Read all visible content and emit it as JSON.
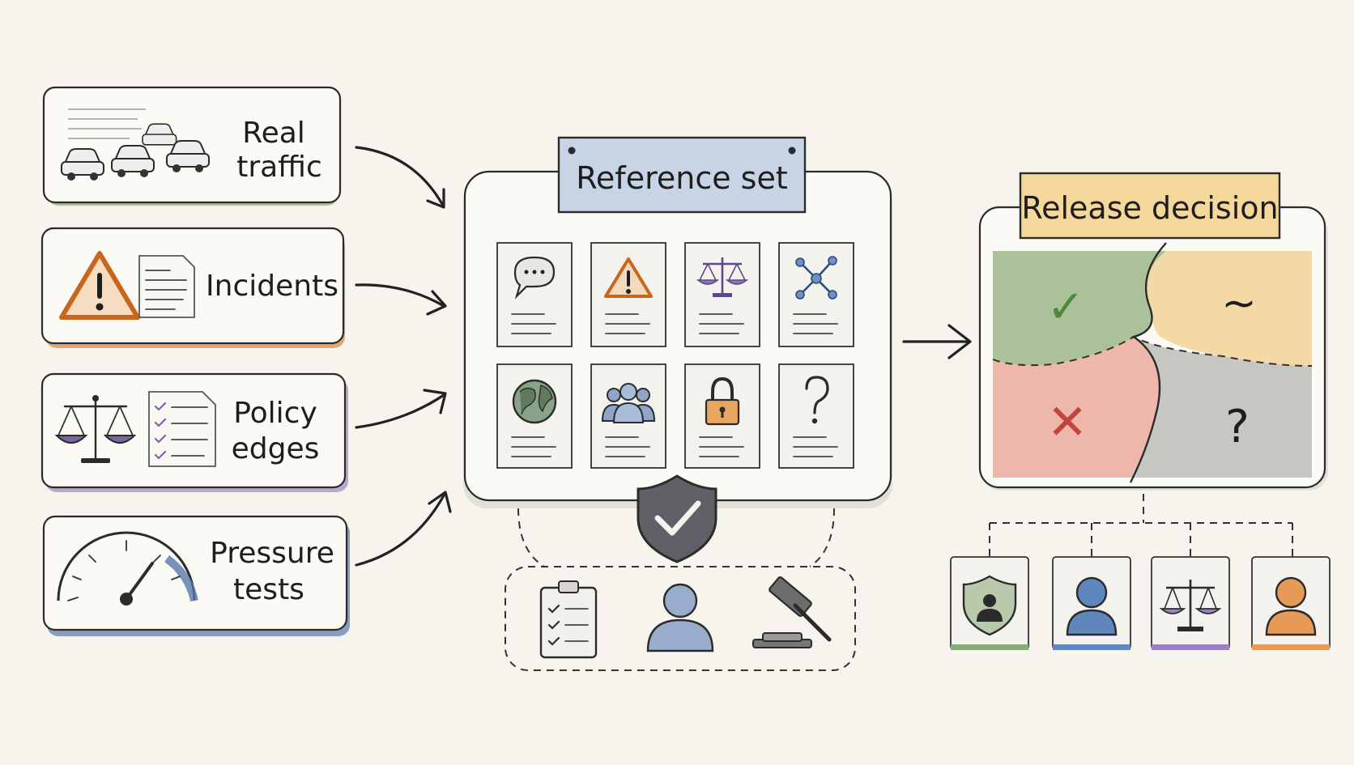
{
  "sources": [
    {
      "id": "real-traffic",
      "lines": [
        "Real",
        "traffic"
      ],
      "color": "#6b8f5a",
      "icon": "cars-icon"
    },
    {
      "id": "incidents",
      "lines": [
        "Incidents"
      ],
      "color": "#dc8640",
      "icon": "warning-icon"
    },
    {
      "id": "policy-edges",
      "lines": [
        "Policy",
        "edges"
      ],
      "color": "#8c77b3",
      "icon": "scales-icon"
    },
    {
      "id": "pressure-tests",
      "lines": [
        "Pressure",
        "tests"
      ],
      "color": "#5878ae",
      "icon": "gauge-icon"
    }
  ],
  "reference_set": {
    "title": "Reference set",
    "items": [
      "chat-bubble-icon",
      "warning-icon",
      "scales-icon",
      "network-icon",
      "globe-icon",
      "people-icon",
      "lock-icon",
      "question-icon"
    ],
    "badge_icon": "shield-check-icon",
    "reviewers": [
      "clipboard-checklist-icon",
      "person-icon",
      "gavel-icon"
    ]
  },
  "release_decision": {
    "title": "Release decision",
    "quadrants": [
      {
        "symbol": "✓",
        "icon": "check-icon",
        "color": "#8fae7a"
      },
      {
        "symbol": "~",
        "icon": "tilde-icon",
        "color": "#f0cf88"
      },
      {
        "symbol": "✕",
        "icon": "cross-icon",
        "color": "#e8a292"
      },
      {
        "symbol": "?",
        "icon": "question-icon",
        "color": "#b5b5b0"
      }
    ],
    "owners": [
      {
        "icon": "shield-person-icon",
        "color": "#8aa87a"
      },
      {
        "icon": "person-icon",
        "color": "#5f86bd"
      },
      {
        "icon": "scales-icon",
        "color": "#9a80c4"
      },
      {
        "icon": "person-icon",
        "color": "#e59a57"
      }
    ]
  }
}
